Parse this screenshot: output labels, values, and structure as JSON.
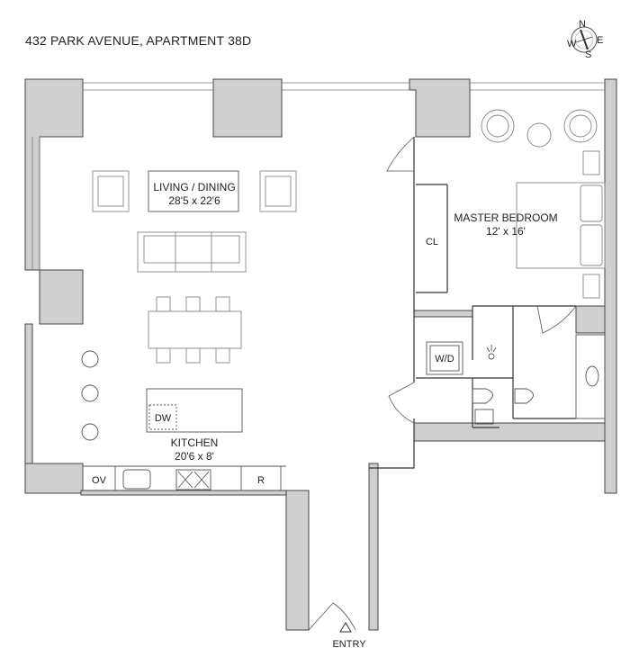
{
  "title": "432 PARK AVENUE, APARTMENT 38D",
  "compass": {
    "n": "N",
    "e": "E",
    "s": "S",
    "w": "W"
  },
  "rooms": {
    "living": {
      "name": "LIVING / DINING",
      "size": "28'5 x 22'6"
    },
    "bedroom": {
      "name": "MASTER BEDROOM",
      "size": "12' x 16'"
    },
    "kitchen": {
      "name": "KITCHEN",
      "size": "20'6 x 8'"
    }
  },
  "fixtures": {
    "closet": "CL",
    "washer_dryer": "W/D",
    "dishwasher": "DW",
    "oven": "OV",
    "refrigerator": "R"
  },
  "entry": "ENTRY",
  "colors": {
    "wall": "#cfcfcf",
    "line": "#333333",
    "furniture": "#888888"
  }
}
